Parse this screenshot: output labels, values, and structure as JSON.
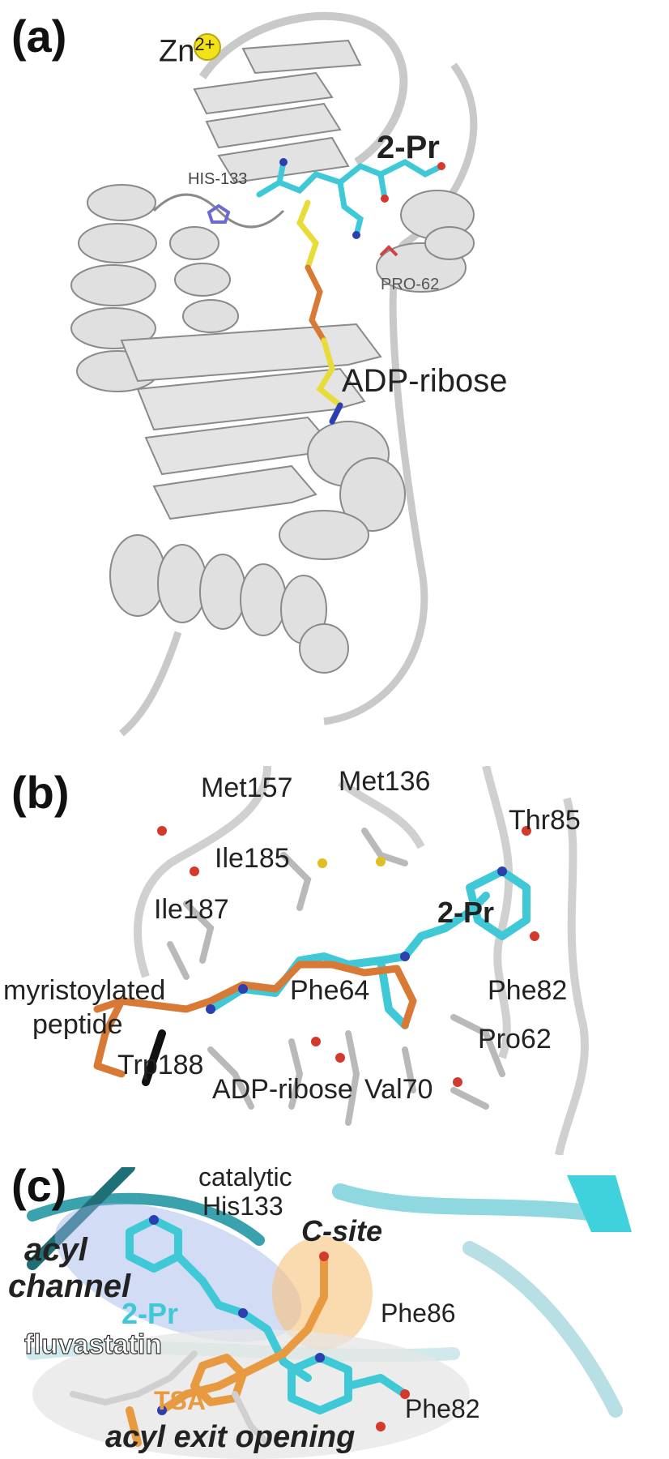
{
  "panels": {
    "a": {
      "label": "(a)",
      "zn_ion": "Zn",
      "zn_charge": "2+",
      "ligand": "2-Pr",
      "residue_his": "HIS-133",
      "residue_pro": "PRO-62",
      "cofactor": "ADP-ribose"
    },
    "b": {
      "label": "(b)",
      "met157": "Met157",
      "met136": "Met136",
      "thr85": "Thr85",
      "ile185": "Ile185",
      "ile187": "Ile187",
      "ligand": "2-Pr",
      "peptide_line1": "myristoylated",
      "peptide_line2": "peptide",
      "phe64": "Phe64",
      "phe82": "Phe82",
      "pro62": "Pro62",
      "trp188": "Trp188",
      "cofactor": "ADP-ribose",
      "val70": "Val70"
    },
    "c": {
      "label": "(c)",
      "his_line1": "catalytic",
      "his_line2": "His133",
      "site_c": "C-site",
      "acyl_line1": "acyl",
      "acyl_line2": "channel",
      "ligand": "2-Pr",
      "phe86": "Phe86",
      "fluvastatin": "fluvastatin",
      "tsa": "TSA",
      "phe82": "Phe82",
      "exit": "acyl exit opening"
    }
  },
  "colors": {
    "protein": "#d9d9d9",
    "protein_edge": "#9a9a9a",
    "ligand_cyan": "#3fc9d6",
    "adpr_yellow": "#e8dc3a",
    "adpr_orange": "#d87a35",
    "zinc": "#f2e21a",
    "oxygen": "#d33a2c",
    "nitrogen": "#2c3fb0",
    "sulfur": "#e0c020",
    "tsa_orange": "#e89a40",
    "channel_blue": "#9bb3e8",
    "csite_orange": "#f6c27a",
    "exit_grey": "#e6e6e6",
    "protein_teal": "#9fd6dd"
  }
}
